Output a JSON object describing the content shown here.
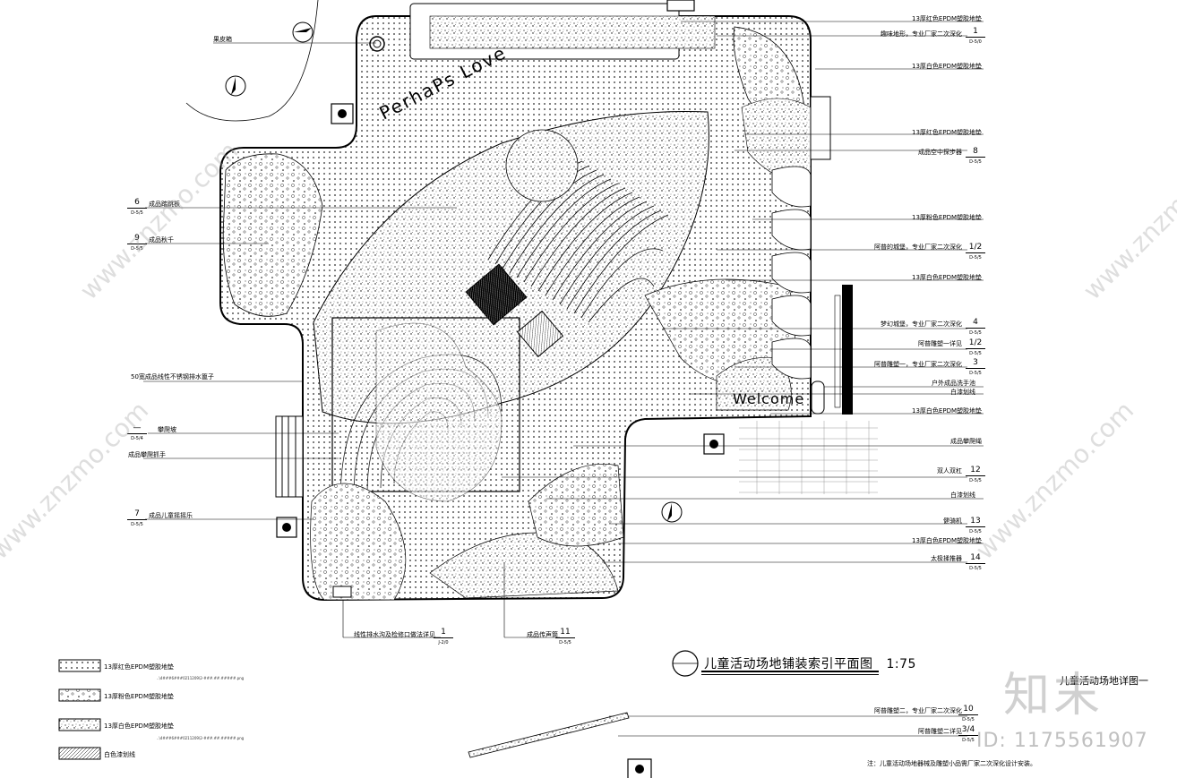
{
  "drawing": {
    "title": "儿童活动场地铺装索引平面图",
    "scale": "1:75",
    "sheet_label": "儿童活动场地详图一",
    "floor_text_1": "PerhaPs Love",
    "floor_text_2": "Welcome",
    "note": "注：儿童活动场地器械及雕塑小品需厂家二次深化设计安装。"
  },
  "callouts_right": [
    {
      "text": "13厚红色EPDM塑胶地垫"
    },
    {
      "text": "趣味地形，专业厂家二次深化",
      "num": "1",
      "ref": "D-5/0"
    },
    {
      "text": "13厚白色EPDM塑胶地垫"
    },
    {
      "text": "13厚红色EPDM塑胶地垫"
    },
    {
      "text": "成品空中探步器",
      "num": "8",
      "ref": "D-5/5"
    },
    {
      "text": "13厚粉色EPDM塑胶地垫"
    },
    {
      "text": "阿普的城堡，专业厂家二次深化",
      "num": "1/2",
      "ref": "D-5/5"
    },
    {
      "text": "13厚白色EPDM塑胶地垫"
    },
    {
      "text": "梦幻城堡，专业厂家二次深化",
      "num": "4",
      "ref": "D-5/5"
    },
    {
      "text": "阿普雕塑一详见",
      "num": "1/2",
      "ref": "D-5/5"
    },
    {
      "text": "阿普雕塑一，专业厂家二次深化",
      "num": "3",
      "ref": "D-5/5"
    },
    {
      "text": "户外成品洗手池"
    },
    {
      "text": "白漆划线"
    },
    {
      "text": "13厚白色EPDM塑胶地垫"
    },
    {
      "text": "成品攀爬绳"
    },
    {
      "text": "双人双杠",
      "num": "12",
      "ref": "D-5/5"
    },
    {
      "text": "白漆划线"
    },
    {
      "text": "健骑机",
      "num": "13",
      "ref": "D-5/5"
    },
    {
      "text": "13厚白色EPDM塑胶地垫"
    },
    {
      "text": "太极揉推器",
      "num": "14",
      "ref": "D-5/5"
    },
    {
      "text": "阿普雕塑二，专业厂家二次深化",
      "num": "10",
      "ref": "D-5/5"
    },
    {
      "text": "阿普雕塑二详见",
      "num": "3/4",
      "ref": "D-5/5"
    }
  ],
  "callouts_left": [
    {
      "text": "果皮箱"
    },
    {
      "text": "成品踏跳板",
      "num": "6",
      "ref": "D-5/5"
    },
    {
      "text": "成品秋千",
      "num": "9",
      "ref": "D-5/5"
    },
    {
      "text": "50宽成品线性不锈钢排水篦子"
    },
    {
      "text": "攀爬坡",
      "num": "—",
      "ref": "D-5/4"
    },
    {
      "text": "成品攀爬抓手"
    },
    {
      "text": "成品儿童摇摇乐",
      "num": "7",
      "ref": "D-5/5"
    }
  ],
  "callouts_bottom": [
    {
      "text": "线性排水沟及检修口做法详见",
      "num": "1",
      "ref": "J-2/0"
    },
    {
      "text": "成品传声筒",
      "num": "11",
      "ref": "D-5/5"
    }
  ],
  "legend": [
    {
      "text": "13厚红色EPDM塑胶地垫",
      "path": "..\\4###6###0211209\\2-###.##.#####.png"
    },
    {
      "text": "13厚粉色EPDM塑胶地垫",
      "path": ""
    },
    {
      "text": "13厚白色EPDM塑胶地垫",
      "path": ""
    },
    {
      "text": "白色漆划线",
      "path": "..\\4###6###0211209\\2-###.##.#####.png"
    }
  ],
  "watermark": {
    "site": "www.znzmo.com",
    "logo": "知末",
    "id": "ID: 1175561907"
  },
  "colors": {
    "ink": "#000000",
    "paper": "#ffffff",
    "watermark": "#a0a0a0"
  }
}
